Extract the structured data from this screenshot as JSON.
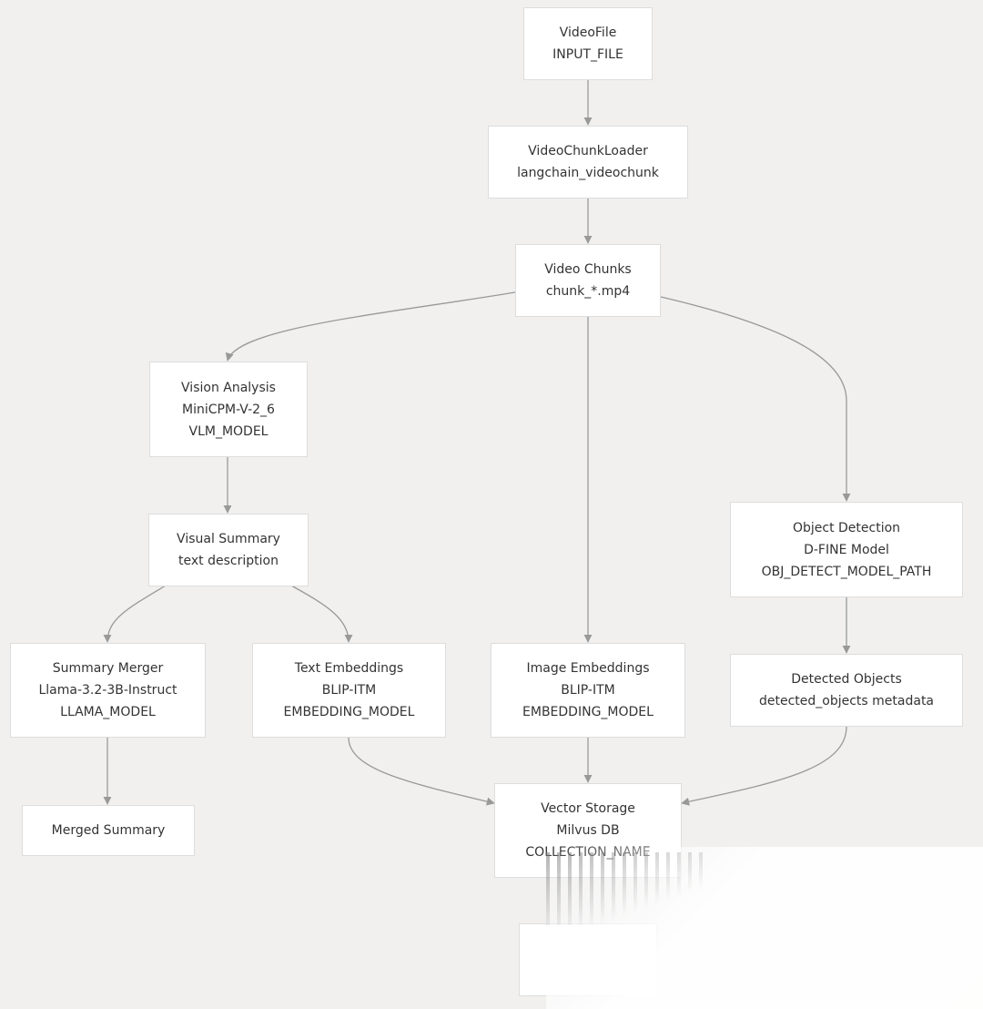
{
  "diagram": {
    "background": "#f1f0ef",
    "node_fill": "#ffffff",
    "node_border": "#dddddd",
    "edge_color": "#999999",
    "text_color": "#333333",
    "nodes": {
      "video_file": [
        "VideoFile",
        "INPUT_FILE"
      ],
      "video_chunk_loader": [
        "VideoChunkLoader",
        "langchain_videochunk"
      ],
      "video_chunks": [
        "Video Chunks",
        "chunk_*.mp4"
      ],
      "vision_analysis": [
        "Vision Analysis",
        "MiniCPM-V-2_6",
        "VLM_MODEL"
      ],
      "visual_summary": [
        "Visual Summary",
        "text description"
      ],
      "object_detection": [
        "Object Detection",
        "D-FINE Model",
        "OBJ_DETECT_MODEL_PATH"
      ],
      "summary_merger": [
        "Summary Merger",
        "Llama-3.2-3B-Instruct",
        "LLAMA_MODEL"
      ],
      "text_embeddings": [
        "Text Embeddings",
        "BLIP-ITM",
        "EMBEDDING_MODEL"
      ],
      "image_embeddings": [
        "Image Embeddings",
        "BLIP-ITM",
        "EMBEDDING_MODEL"
      ],
      "detected_objects": [
        "Detected Objects",
        "detected_objects metadata"
      ],
      "merged_summary": [
        "Merged Summary"
      ],
      "vector_storage": [
        "Vector Storage",
        "Milvus DB",
        "COLLECTION_NAME"
      ],
      "unlabeled_bottom": []
    },
    "edges": [
      [
        "video_file",
        "video_chunk_loader"
      ],
      [
        "video_chunk_loader",
        "video_chunks"
      ],
      [
        "video_chunks",
        "vision_analysis"
      ],
      [
        "video_chunks",
        "image_embeddings"
      ],
      [
        "video_chunks",
        "object_detection"
      ],
      [
        "vision_analysis",
        "visual_summary"
      ],
      [
        "visual_summary",
        "summary_merger"
      ],
      [
        "visual_summary",
        "text_embeddings"
      ],
      [
        "object_detection",
        "detected_objects"
      ],
      [
        "summary_merger",
        "merged_summary"
      ],
      [
        "text_embeddings",
        "vector_storage"
      ],
      [
        "image_embeddings",
        "vector_storage"
      ],
      [
        "detected_objects",
        "vector_storage"
      ]
    ]
  }
}
